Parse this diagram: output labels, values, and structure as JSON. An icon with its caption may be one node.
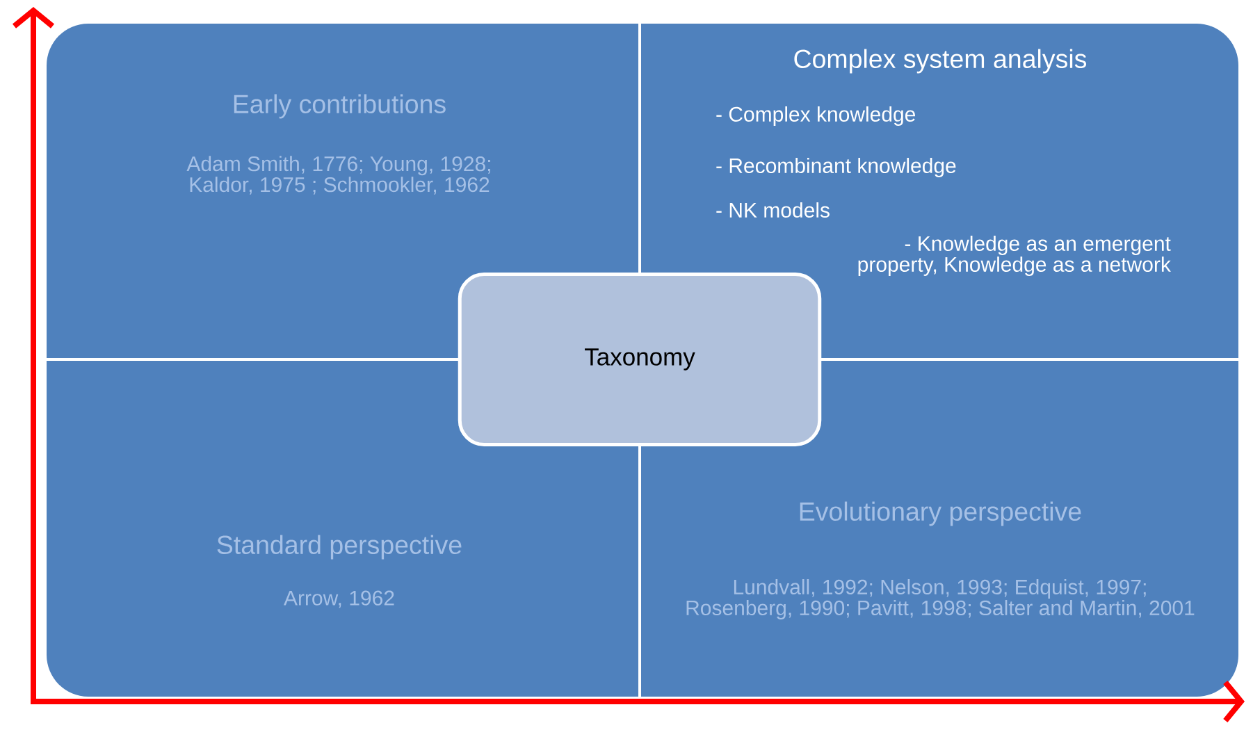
{
  "diagram": {
    "nodes": [
      {
        "text": [
          "Early contributions",
          "Adam Smith, 1776; Young, 1928; Kaldor, 1975 ; Schmookler, 1962"
        ]
      },
      {
        "text": [
          "Complex system analysis",
          "- Complex knowledge",
          "- Recombinant knowledge",
          "- NK models",
          "- Knowledge as an emergent property, Knowledge as a network"
        ]
      },
      {
        "text": [
          "Standard perspective",
          "Arrow, 1962"
        ]
      },
      {
        "text": [
          "Evolutionary perspective",
          "Lundvall, 1992; Nelson, 1993; Edquist, 1997; Rosenberg, 1990; Pavitt, 1998; Salter and Martin, 2001"
        ]
      },
      {
        "text": [
          "Taxonomy"
        ]
      }
    ]
  }
}
